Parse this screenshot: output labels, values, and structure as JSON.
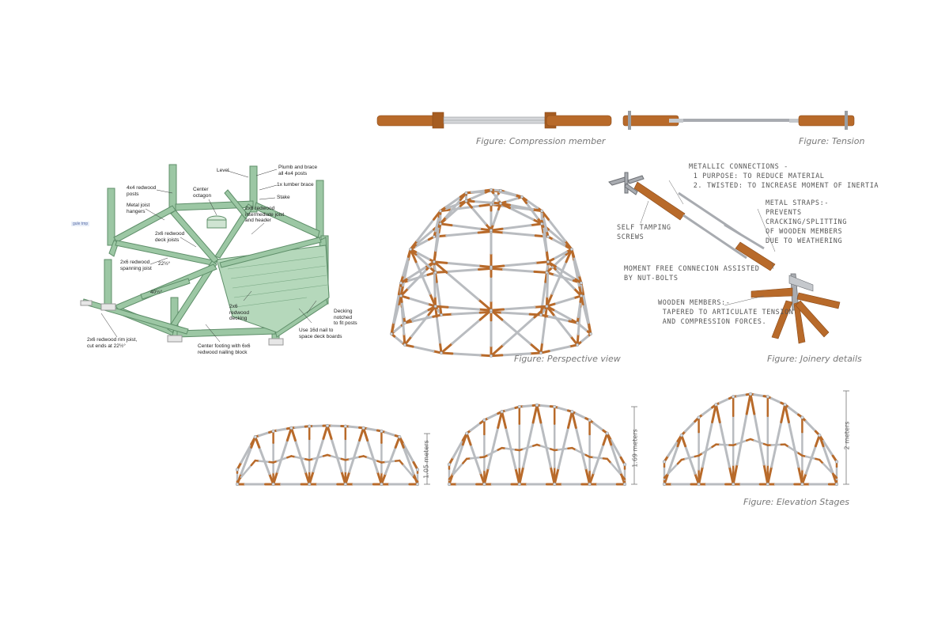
{
  "colors": {
    "wood": "#b86a2a",
    "wood_dark": "#8a4a18",
    "steel": "#b9bcc0",
    "deck_green": "#9cc7a4",
    "deck_edge": "#5f8f6a",
    "caption": "#777777"
  },
  "deck_diagram": {
    "tag": "gule tmp",
    "labels": {
      "level": "Level",
      "plumb_brace": "Plumb and brace\nall 4x4 posts",
      "posts": "4x4 redwood\nposts",
      "center_octagon": "Center\noctagon",
      "lumber_brace": "1x lumber brace",
      "stake": "Stake",
      "joist_hangers": "Metal joist\nhangers",
      "intermediate_joist": "2x6 redwood\nintermediate joist\nand header",
      "deck_joists": "2x6 redwood\ndeck joists",
      "spanning_joist": "2x6 redwood\nspanning joist",
      "angle_small": "22½°",
      "angle_large": "40½°",
      "decking": "2x6\nredwood\ndecking",
      "decking_notched": "Decking\nnotched\nto fit posts",
      "nail": "Use 16d nail to\nspace deck boards",
      "rim_joist": "2x6 redwood rim joist,\ncut ends at 22½°",
      "center_footing": "Center footing with 6x6\nredwood nailing block"
    }
  },
  "figures": {
    "compression": "Figure: Compression member",
    "tension": "Figure: Tension",
    "perspective": "Figure: Perspective view",
    "joinery": "Figure: Joinery details",
    "elevation": "Figure: Elevation Stages"
  },
  "joinery_notes": {
    "metallic": "METALLIC CONNECTIONS -\n 1 PURPOSE: TO REDUCE MATERIAL\n 2. TWISTED: TO INCREASE MOMENT OF INERTIA",
    "screws": "SELF TAMPING\nSCREWS",
    "straps": "METAL STRAPS:-\nPREVENTS\nCRACKING/SPLITTING\nOF WOODEN MEMBERS\nDUE TO WEATHERING",
    "moment": "MOMENT FREE CONNECION ASSISTED\nBY NUT-BOLTS",
    "wooden": "WOODEN MEMBERS:-\n TAPERED TO ARTICULATE TENSION\n AND COMPRESSION FORCES."
  },
  "elevation_heights": [
    "1.05 meters",
    "1.69 meters",
    "2 meters"
  ]
}
